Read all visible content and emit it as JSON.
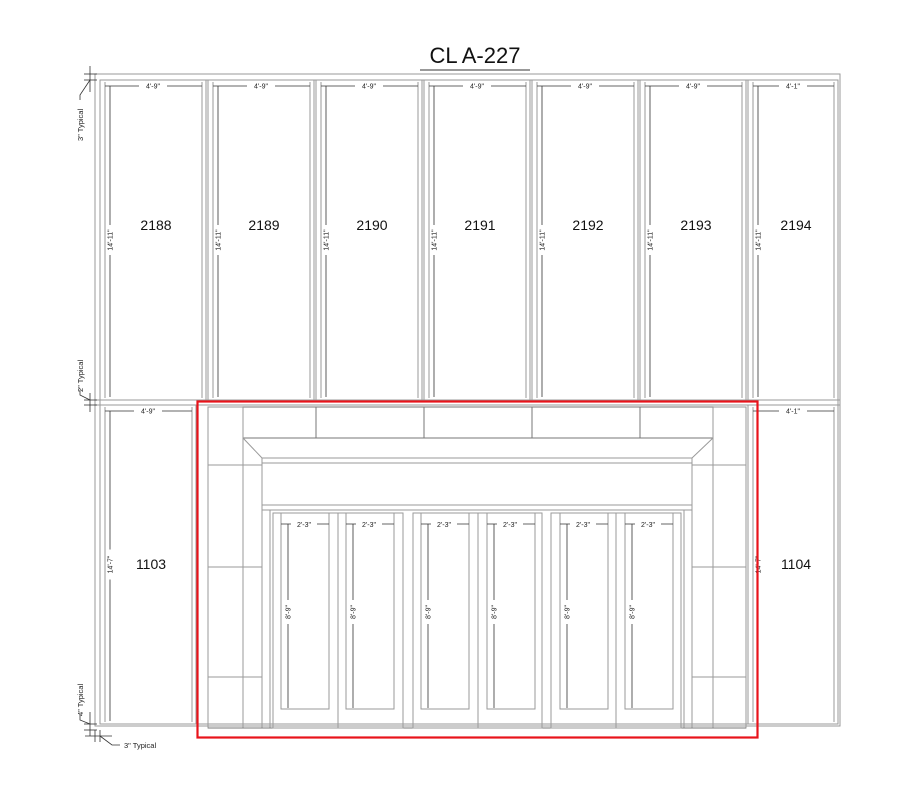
{
  "title": "CL A-227",
  "notes": {
    "top_typical": "3\" Typical",
    "mid_typical": "2\" Typical",
    "bottom_typical": "4\" Typical",
    "side_typical": "3\" Typical"
  },
  "upper_panels": [
    {
      "number": "2188",
      "width": "4'-9\"",
      "height": "14'-11\""
    },
    {
      "number": "2189",
      "width": "4'-9\"",
      "height": "14'-11\""
    },
    {
      "number": "2190",
      "width": "4'-9\"",
      "height": "14'-11\""
    },
    {
      "number": "2191",
      "width": "4'-9\"",
      "height": "14'-11\""
    },
    {
      "number": "2192",
      "width": "4'-9\"",
      "height": "14'-11\""
    },
    {
      "number": "2193",
      "width": "4'-9\"",
      "height": "14'-11\""
    },
    {
      "number": "2194",
      "width": "4'-1\"",
      "height": "14'-11\""
    }
  ],
  "lower_panels": [
    {
      "number": "1103",
      "width": "4'-9\"",
      "height": "14'-7\""
    },
    {
      "number": "1104",
      "width": "4'-1\"",
      "height": "14'-7\""
    }
  ],
  "doors": [
    {
      "width": "2'-3\"",
      "height": "8'-9\""
    },
    {
      "width": "2'-3\"",
      "height": "8'-9\""
    },
    {
      "width": "2'-3\"",
      "height": "8'-9\""
    },
    {
      "width": "2'-3\"",
      "height": "8'-9\""
    },
    {
      "width": "2'-3\"",
      "height": "8'-9\""
    },
    {
      "width": "2'-3\"",
      "height": "8'-9\""
    }
  ],
  "highlight_color": "#e8131a"
}
